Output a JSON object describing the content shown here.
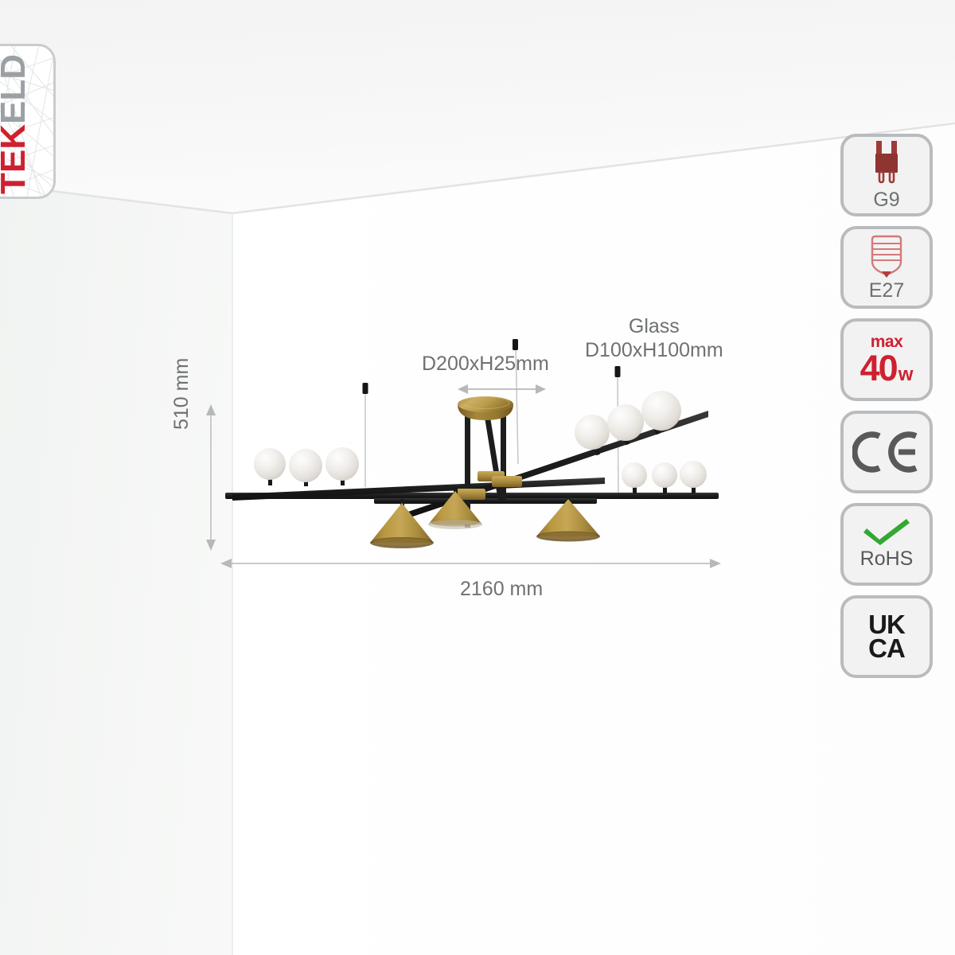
{
  "brand": {
    "name": "TEKLED",
    "part_tek": "TEK",
    "part_l": "L",
    "part_e": "E",
    "part_d": "D",
    "color_red": "#cf202f",
    "color_grey": "#9aa0a4"
  },
  "product": {
    "type": "linear-chandelier",
    "finish_metal": "#a8883f",
    "finish_rod": "#1c1c1c",
    "glass_color": "#efece8"
  },
  "dimensions": {
    "height": "510 mm",
    "width": "2160 mm",
    "canopy": "D200xH25mm",
    "glass_title": "Glass",
    "glass_size": "D100xH100mm"
  },
  "badges": [
    {
      "name": "g9-lamp-base",
      "label": "G9",
      "icon": "g9-bulb-icon"
    },
    {
      "name": "e27-lamp-base",
      "label": "E27",
      "icon": "e27-bulb-icon"
    },
    {
      "name": "max-wattage",
      "max_label": "max",
      "value": "40",
      "unit": "w",
      "icon": "wattage-icon"
    },
    {
      "name": "ce-certification",
      "label": "CE",
      "icon": "ce-mark-icon"
    },
    {
      "name": "rohs-certification",
      "label": "RoHS",
      "icon": "rohs-check-icon"
    },
    {
      "name": "ukca-certification",
      "line1": "UK",
      "line2": "CA",
      "icon": "ukca-mark-icon"
    }
  ],
  "colors": {
    "accent_red": "#cf202f",
    "badge_border": "#b9bcbe",
    "badge_fill": "#f2f2f2",
    "text_grey": "#6e7173",
    "rohs_green": "#34a832",
    "ukca_black": "#1a1a1a",
    "ce_grey": "#58595b"
  }
}
